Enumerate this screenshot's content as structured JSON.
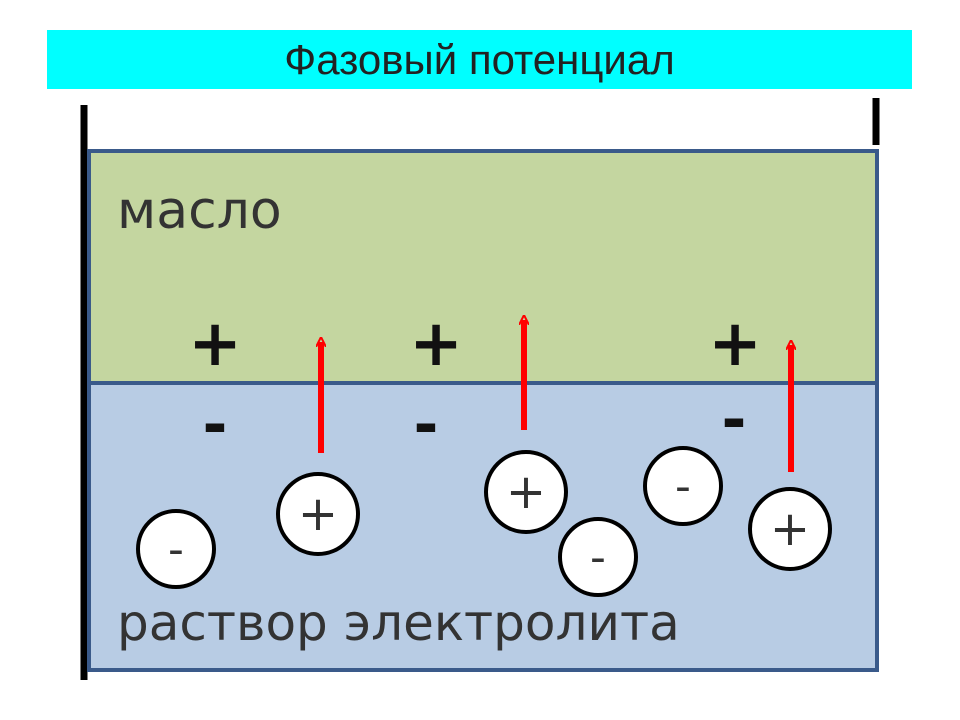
{
  "title": "Фазовый потенциал",
  "layers": {
    "oil": {
      "label": "масло",
      "fill": "#c4d6a0"
    },
    "electrolyte": {
      "label": "раствор электролита",
      "fill": "#b8cce4"
    }
  },
  "interface_charges": {
    "oil_side": [
      "+",
      "+",
      "+"
    ],
    "solution_side": [
      "-",
      "-",
      "-"
    ]
  },
  "ions": [
    "-",
    "+",
    "+",
    "-",
    "-",
    "+"
  ],
  "colors": {
    "title_bg": "#00ffff",
    "arrow": "#ff0000",
    "border": "#3a5a8a",
    "vessel_wall": "#000000"
  }
}
